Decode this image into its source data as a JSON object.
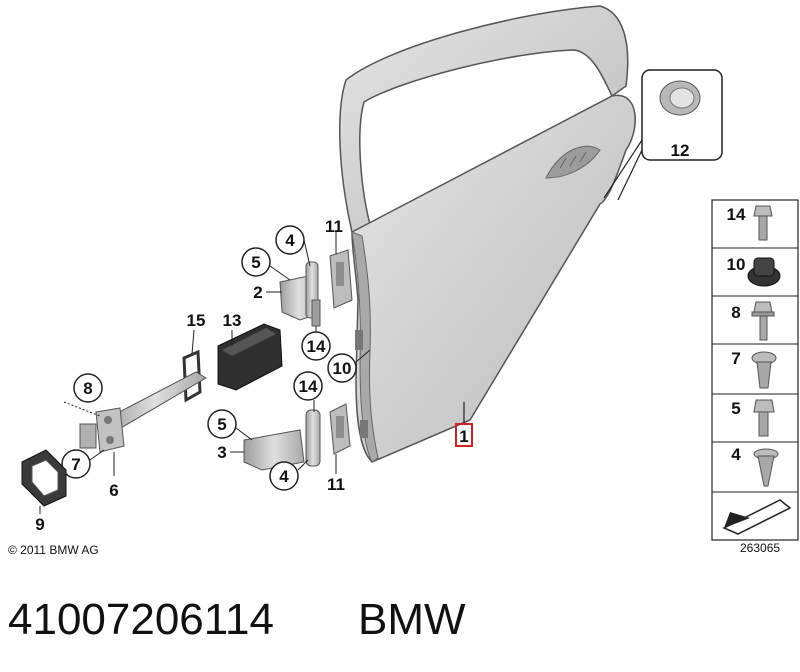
{
  "diagram": {
    "labels": {
      "door": "1",
      "hinge_upper": "2",
      "hinge_lower": "3",
      "screw_4_upper": "4",
      "screw_4_lower": "4",
      "bolt_5_upper": "5",
      "bolt_5_lower": "5",
      "check_strap": "6",
      "screw_7": "7",
      "screw_8": "8",
      "cover_9": "9",
      "nut_10": "10",
      "shim_11_upper": "11",
      "shim_11_lower": "11",
      "plug_12": "12",
      "pad_13": "13",
      "bolt_14_upper": "14",
      "bolt_14_lower": "14",
      "gasket_15": "15"
    },
    "side_panel": {
      "items": [
        "14",
        "10",
        "8",
        "7",
        "5",
        "4"
      ]
    },
    "copyright": "© 2011 BMW AG",
    "figure_id": "263065"
  },
  "footer": {
    "part_number": "41007206114",
    "brand": "BMW"
  },
  "colors": {
    "part_gray": "#c9c9c9",
    "dark_part": "#3a3a3a",
    "highlight_red": "#d62020",
    "line": "#222222"
  }
}
